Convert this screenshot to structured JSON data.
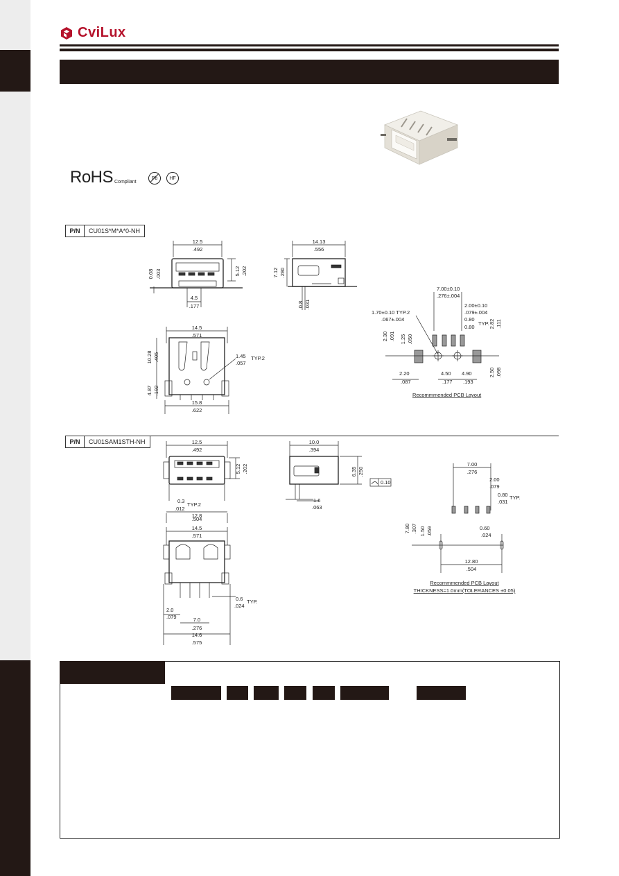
{
  "brand": {
    "name": "CviLux",
    "color": "#b5122b"
  },
  "header_bar_color": "#231815",
  "rohs": {
    "main": "RoHS",
    "sub": "Compliant",
    "icons": [
      "Pb",
      "HF"
    ]
  },
  "section1": {
    "pn_label": "P/N",
    "pn_value": "CU01S*M*A*0-NH",
    "front": {
      "w_mm": "12.5",
      "w_in": ".492",
      "h_mm": "5.12",
      "h_in": ".202",
      "off_mm": "0.08",
      "off_in": ".003",
      "pitch_mm": "4.5",
      "pitch_in": ".177"
    },
    "side": {
      "len_mm": "14.13",
      "len_in": ".556",
      "h_mm": "7.12",
      "h_in": ".280",
      "t_mm": "0.8",
      "t_in": ".031"
    },
    "bottom": {
      "w_mm": "14.5",
      "w_in": ".571",
      "h1_mm": "10.28",
      "h1_in": ".405",
      "h2_mm": "4.87",
      "h2_in": ".192",
      "wb_mm": "15.8",
      "wb_in": ".622",
      "hole_mm": "1.45",
      "hole_in": ".057",
      "hole_note": "TYP.2"
    },
    "pcb": {
      "caption": "Recommmended PCB Layout",
      "hole": "1.70±0.10 TYP.2",
      "hole_in": ".067±.004",
      "span_mm": "7.00±0.10",
      "span_in": ".276±.004",
      "pitch_mm": "2.00±0.10",
      "pitch_in": ".079±.004",
      "pad_w": "0.80",
      "pad_h": "0.80",
      "typ": "TYP.",
      "h_mm": "2.30",
      "h_in": ".091",
      "h2_mm": "1.25",
      "h2_in": ".050",
      "r_mm": "2.82",
      "r_in": ".111",
      "a_mm": "2.20",
      "a_in": ".087",
      "b_mm": "4.50",
      "b_in": ".177",
      "c_mm": "4.90",
      "c_in": ".193",
      "d_mm": "2.50",
      "d_in": ".098"
    }
  },
  "section2": {
    "pn_label": "P/N",
    "pn_value": "CU01SAM1STH-NH",
    "front": {
      "w_mm": "12.5",
      "w_in": ".492",
      "h_mm": "5.12",
      "h_in": ".202",
      "pin_mm": "0.3",
      "pin_in": ".012",
      "pin_note": "TYP.2",
      "wb_mm": "12.8",
      "wb_in": ".504"
    },
    "side": {
      "len_mm": "10.0",
      "len_in": ".394",
      "h_mm": "6.35",
      "h_in": ".250",
      "flat": "0.10",
      "t_mm": "1.6",
      "t_in": ".063"
    },
    "bottom": {
      "w_mm": "14.5",
      "w_in": ".571",
      "p_mm": "0.6",
      "p_in": ".024",
      "p_note": "TYP.",
      "a_mm": "2.0",
      "a_in": ".079",
      "b_mm": "7.0",
      "b_in": ".276",
      "c_mm": "14.6",
      "c_in": ".575"
    },
    "pcb": {
      "caption": "Recommmended PCB Layout",
      "caption2": "THICKNESS=1.0mm(TOLERANCES ±0.05)",
      "span_mm": "7.00",
      "span_in": ".276",
      "pitch_mm": "2.00",
      "pitch_in": ".079",
      "pad_mm": "0.80",
      "pad_in": ".031",
      "typ": "TYP.",
      "h_mm": "7.80",
      "h_in": ".307",
      "h2_mm": "1.50",
      "h2_in": ".059",
      "slot_mm": "0.60",
      "slot_in": ".024",
      "w_mm": "12.80",
      "w_in": ".504"
    }
  }
}
